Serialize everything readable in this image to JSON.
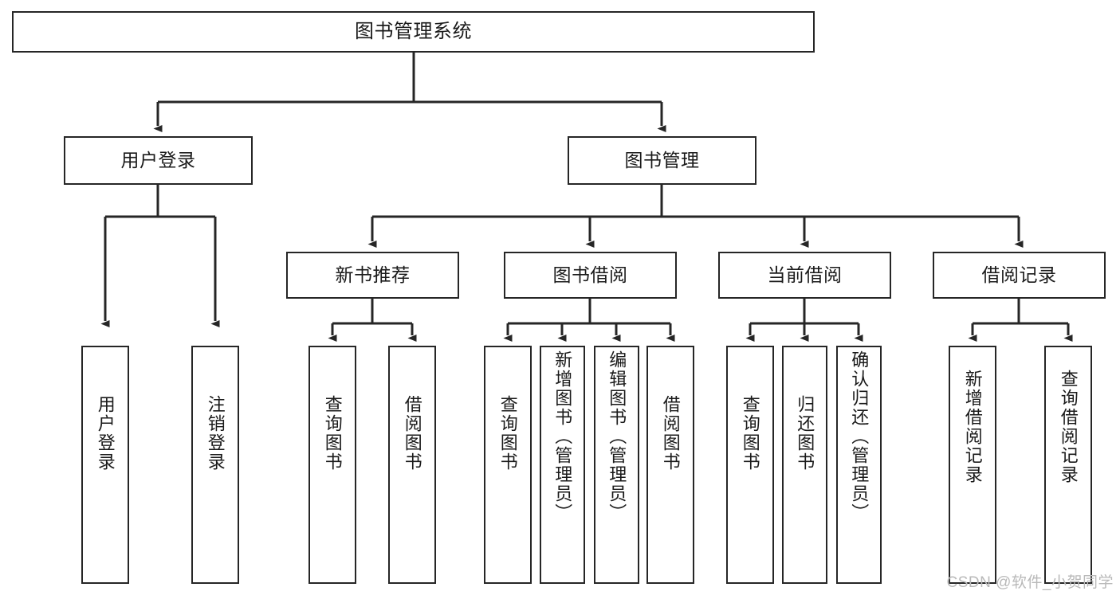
{
  "diagram": {
    "title": "图书管理系统",
    "type": "tree-hierarchy",
    "colors": {
      "box_border": "#262626",
      "box_fill": "#ffffff",
      "connector": "#262626",
      "text": "#1a1a1a",
      "watermark": "#b9b9b9"
    },
    "nodes": {
      "root": {
        "label": "图书管理系统",
        "orientation": "horizontal",
        "level": 1
      },
      "user_login": {
        "label": "用户登录",
        "orientation": "horizontal",
        "level": 2
      },
      "book_manage": {
        "label": "图书管理",
        "orientation": "horizontal",
        "level": 2
      },
      "new_book_rec": {
        "label": "新书推荐",
        "orientation": "horizontal",
        "level": 3
      },
      "book_borrow": {
        "label": "图书借阅",
        "orientation": "horizontal",
        "level": 3
      },
      "current_borrow": {
        "label": "当前借阅",
        "orientation": "horizontal",
        "level": 3
      },
      "borrow_record": {
        "label": "借阅记录",
        "orientation": "horizontal",
        "level": 3
      },
      "leaf_user_login": {
        "label": "用户登录",
        "orientation": "vertical",
        "level": 4
      },
      "leaf_logout": {
        "label": "注销登录",
        "orientation": "vertical",
        "level": 4
      },
      "leaf_query_book_1": {
        "label": "查询图书",
        "orientation": "vertical",
        "level": 4
      },
      "leaf_borrow_book_1": {
        "label": "借阅图书",
        "orientation": "vertical",
        "level": 4
      },
      "leaf_query_book_2": {
        "label": "查询图书",
        "orientation": "vertical",
        "level": 4
      },
      "leaf_add_book": {
        "label": "新增图书（管理员）",
        "orientation": "vertical",
        "level": 4
      },
      "leaf_edit_book": {
        "label": "编辑图书（管理员）",
        "orientation": "vertical",
        "level": 4
      },
      "leaf_borrow_book_2": {
        "label": "借阅图书",
        "orientation": "vertical",
        "level": 4
      },
      "leaf_query_book_3": {
        "label": "查询图书",
        "orientation": "vertical",
        "level": 4
      },
      "leaf_return_book": {
        "label": "归还图书",
        "orientation": "vertical",
        "level": 4
      },
      "leaf_confirm_return": {
        "label": "确认归还（管理员）",
        "orientation": "vertical",
        "level": 4
      },
      "leaf_add_record": {
        "label": "新增借阅记录",
        "orientation": "vertical",
        "level": 4
      },
      "leaf_query_record": {
        "label": "查询借阅记录",
        "orientation": "vertical",
        "level": 4
      }
    },
    "edges": [
      {
        "from": "root",
        "to": "user_login"
      },
      {
        "from": "root",
        "to": "book_manage"
      },
      {
        "from": "user_login",
        "to": "leaf_user_login"
      },
      {
        "from": "user_login",
        "to": "leaf_logout"
      },
      {
        "from": "book_manage",
        "to": "new_book_rec"
      },
      {
        "from": "book_manage",
        "to": "book_borrow"
      },
      {
        "from": "book_manage",
        "to": "current_borrow"
      },
      {
        "from": "book_manage",
        "to": "borrow_record"
      },
      {
        "from": "new_book_rec",
        "to": "leaf_query_book_1"
      },
      {
        "from": "new_book_rec",
        "to": "leaf_borrow_book_1"
      },
      {
        "from": "book_borrow",
        "to": "leaf_query_book_2"
      },
      {
        "from": "book_borrow",
        "to": "leaf_add_book"
      },
      {
        "from": "book_borrow",
        "to": "leaf_edit_book"
      },
      {
        "from": "book_borrow",
        "to": "leaf_borrow_book_2"
      },
      {
        "from": "current_borrow",
        "to": "leaf_query_book_3"
      },
      {
        "from": "current_borrow",
        "to": "leaf_return_book"
      },
      {
        "from": "current_borrow",
        "to": "leaf_confirm_return"
      },
      {
        "from": "borrow_record",
        "to": "leaf_add_record"
      },
      {
        "from": "borrow_record",
        "to": "leaf_query_record"
      }
    ],
    "watermark": "CSDN @软件_小贺同学"
  }
}
